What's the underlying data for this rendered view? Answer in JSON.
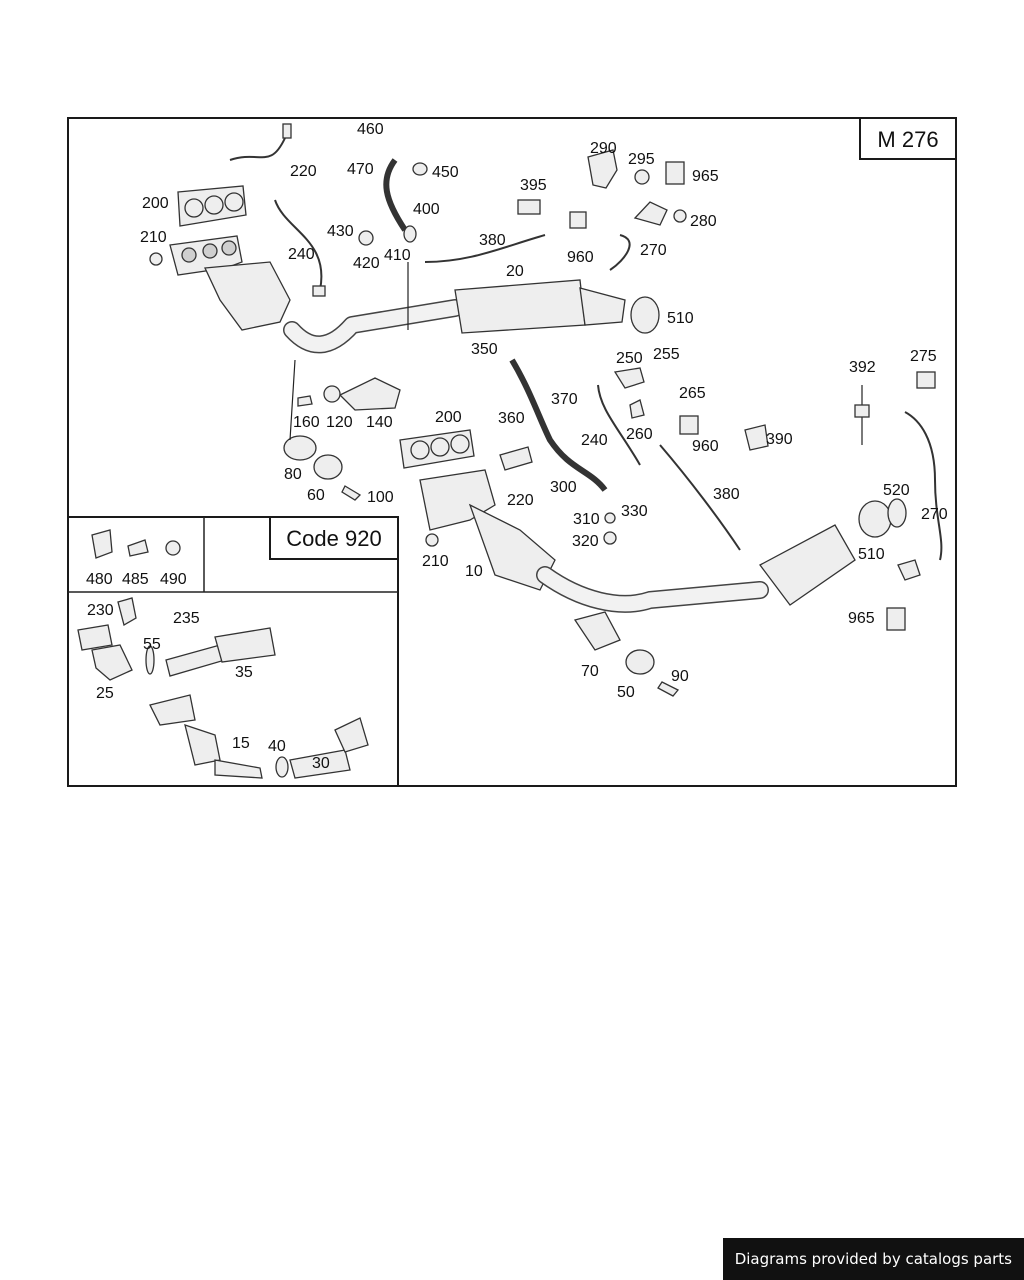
{
  "model_label": "M 276",
  "code_label": "Code 920",
  "footer_text": "Diagrams provided by catalogs parts",
  "callouts": [
    "460",
    "220",
    "470",
    "450",
    "200",
    "400",
    "210",
    "430",
    "420",
    "240",
    "410",
    "395",
    "290",
    "295",
    "965",
    "280",
    "380",
    "960",
    "270",
    "20",
    "510",
    "350",
    "250",
    "255",
    "160",
    "120",
    "140",
    "360",
    "370",
    "265",
    "392",
    "275",
    "80",
    "200",
    "260",
    "240",
    "390",
    "960",
    "60",
    "100",
    "220",
    "300",
    "380",
    "520",
    "310",
    "330",
    "270",
    "320",
    "210",
    "10",
    "510",
    "965",
    "70",
    "90",
    "50",
    "480",
    "485",
    "490",
    "230",
    "235",
    "55",
    "35",
    "25",
    "15",
    "40",
    "30"
  ]
}
